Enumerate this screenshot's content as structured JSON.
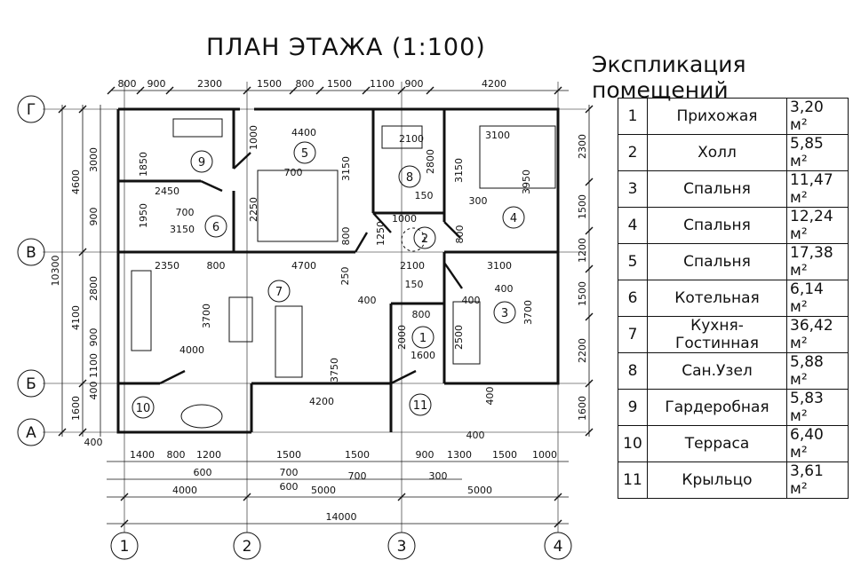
{
  "title": "ПЛАН  ЭТАЖА (1:100)",
  "legend": {
    "title": "Экспликация помещений",
    "rows": [
      {
        "n": "1",
        "name": "Прихожая",
        "area": "3,20 м²"
      },
      {
        "n": "2",
        "name": "Холл",
        "area": "5,85 м²"
      },
      {
        "n": "3",
        "name": "Спальня",
        "area": "11,47 м²"
      },
      {
        "n": "4",
        "name": "Спальня",
        "area": "12,24 м²"
      },
      {
        "n": "5",
        "name": "Спальня",
        "area": "17,38 м²"
      },
      {
        "n": "6",
        "name": "Котельная",
        "area": "6,14 м²"
      },
      {
        "n": "7",
        "name": "Кухня-Гостинная",
        "area": "36,42 м²"
      },
      {
        "n": "8",
        "name": "Сан.Узел",
        "area": "5,88 м²"
      },
      {
        "n": "9",
        "name": "Гардеробная",
        "area": "5,83 м²"
      },
      {
        "n": "10",
        "name": "Терраса",
        "area": "6,40 м²"
      },
      {
        "n": "11",
        "name": "Крыльцо",
        "area": "3,61 м²"
      }
    ]
  },
  "axes": {
    "rows": [
      "Г",
      "В",
      "Б",
      "А"
    ],
    "cols": [
      "1",
      "2",
      "3",
      "4"
    ]
  },
  "dims": {
    "top": [
      "800",
      "900",
      "2300",
      "1500",
      "800",
      "1500",
      "1100",
      "900",
      "4200"
    ],
    "bottom1": [
      "400",
      "1400",
      "800",
      "1200",
      "1500",
      "1500",
      "900",
      "1300",
      "1500",
      "1000"
    ],
    "bottom2": [
      "600",
      "700",
      "600",
      "700",
      "300"
    ],
    "bottom3": [
      "4000",
      "5000",
      "5000"
    ],
    "total": "14000",
    "left_outer": "10300",
    "left_mid": [
      "4600",
      "4100",
      "1600"
    ],
    "left_inner": [
      "3000",
      "900",
      "2800",
      "900",
      "1100",
      "400"
    ],
    "right": [
      "2300",
      "1500",
      "1200",
      "1500",
      "2200",
      "1600"
    ],
    "bottom_left": "400",
    "bottom_right": "400"
  },
  "room_dims": {
    "r9": [
      "1850"
    ],
    "r6": [
      "2450",
      "700",
      "1950",
      "3150"
    ],
    "r5": [
      "4400",
      "1000",
      "700",
      "3150",
      "2250",
      "800"
    ],
    "r8": [
      "2100",
      "2800",
      "150",
      "1000",
      "1250"
    ],
    "r4": [
      "3100",
      "3150",
      "3950",
      "300",
      "800"
    ],
    "r7": [
      "2350",
      "800",
      "4700",
      "250",
      "3700",
      "4000",
      "400",
      "3750",
      "4200"
    ],
    "r2": [
      "2100",
      "150"
    ],
    "r1": [
      "800",
      "2000",
      "1600"
    ],
    "r3": [
      "3100",
      "400",
      "2500",
      "3700"
    ],
    "misc": [
      "400",
      "400"
    ]
  },
  "rooms": [
    "1",
    "2",
    "3",
    "4",
    "5",
    "6",
    "7",
    "8",
    "9",
    "10",
    "11"
  ]
}
